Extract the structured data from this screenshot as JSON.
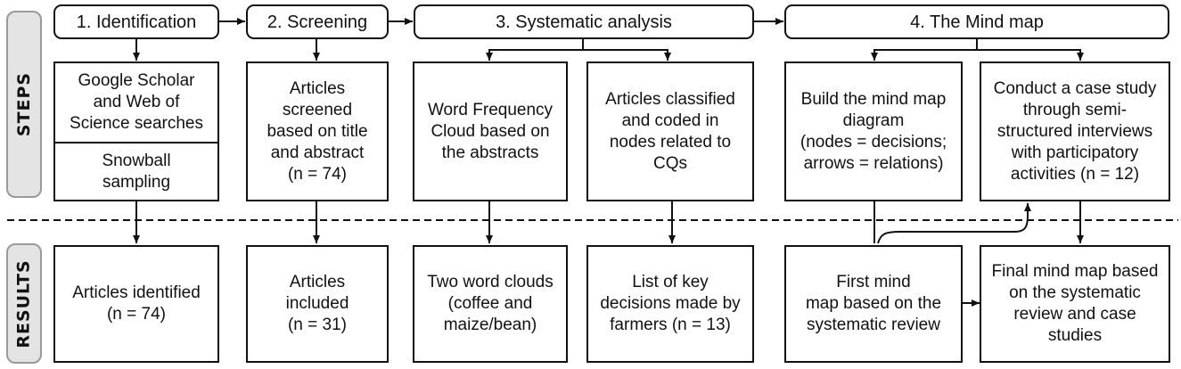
{
  "side_labels": {
    "steps": "STEPS",
    "results": "RESULTS"
  },
  "headers": [
    "1. Identification",
    "2. Screening",
    "3. Systematic analysis",
    "4. The Mind map"
  ],
  "steps": {
    "identification_top": "Google Scholar\nand Web of\nScience searches",
    "identification_bottom": "Snowball\nsampling",
    "screening": "Articles\nscreened\nbased on title\nand abstract\n(n = 74)",
    "word_cloud": "Word Frequency\nCloud based on\nthe abstracts",
    "classified": "Articles classified\nand coded in\nnodes related to\nCQs",
    "build_mind_map": "Build the mind map\ndiagram\n(nodes = decisions;\narrows = relations)",
    "case_study": "Conduct a case study\nthrough semi-\nstructured interviews\nwith participatory\nactivities (n = 12)"
  },
  "results": {
    "identified": "Articles identified\n(n = 74)",
    "included": "Articles\nincluded\n(n = 31)",
    "word_clouds": "Two word clouds\n(coffee and\nmaize/bean)",
    "decisions": "List of key\ndecisions made by\nfarmers (n = 13)",
    "first_map": "First mind\nmap based on the\nsystematic review",
    "final_map": "Final mind map based\non the systematic\nreview and case\nstudies"
  },
  "colors": {
    "line": "#111111",
    "side_fill": "#e4e4e4",
    "side_border": "#9a9a9a"
  }
}
